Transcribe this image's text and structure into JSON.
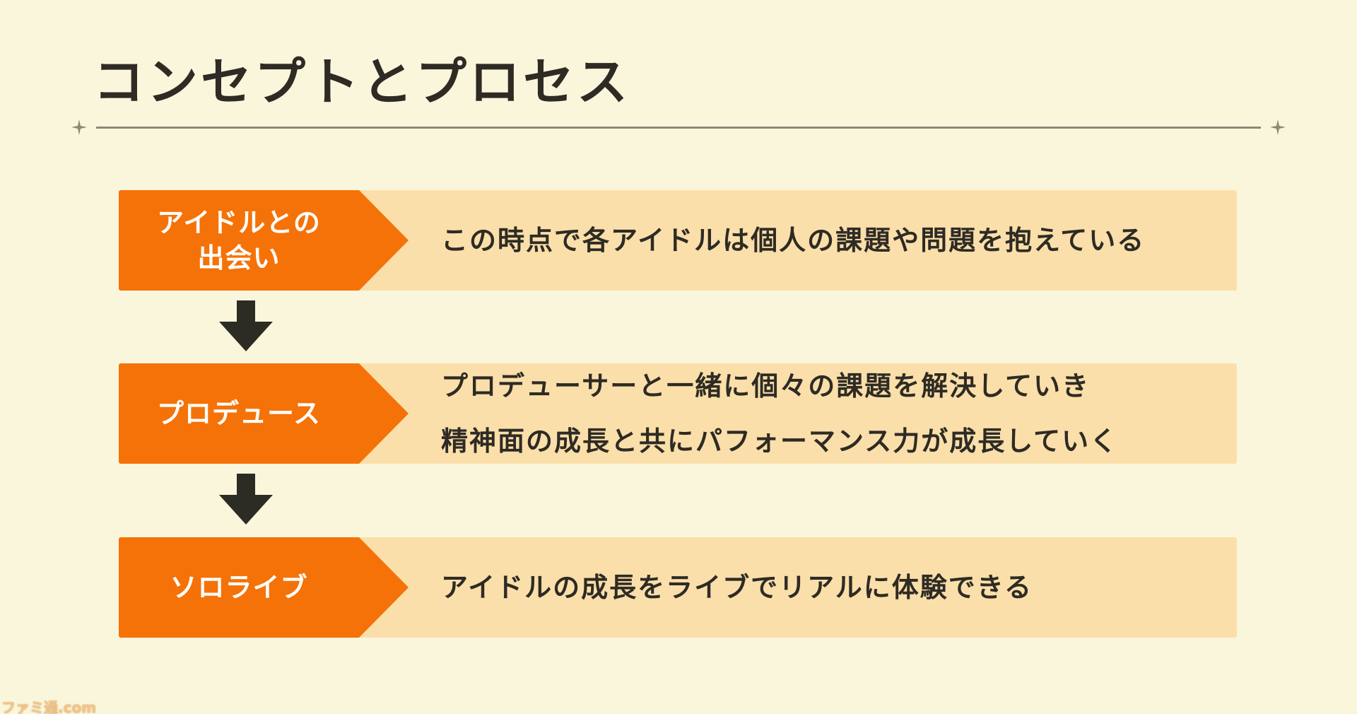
{
  "slide": {
    "title": "コンセプトとプロセス"
  },
  "steps": [
    {
      "label_lines": [
        "アイドルとの",
        "出会い"
      ],
      "description_lines": [
        "この時点で各アイドルは個人の課題や問題を抱えている"
      ]
    },
    {
      "label_lines": [
        "プロデュース"
      ],
      "description_lines": [
        "プロデューサーと一緒に個々の課題を解決していき",
        "精神面の成長と共にパフォーマンス力が成長していく"
      ]
    },
    {
      "label_lines": [
        "ソロライブ"
      ],
      "description_lines": [
        "アイドルの成長をライブでリアルに体験できる"
      ]
    }
  ],
  "icons": {
    "divider_ends": "sparkle-icon",
    "step_connector": "arrow-down-icon"
  },
  "colors": {
    "background": "#faf6dc",
    "step_label_bg": "#f57208",
    "description_bg": "#fbdfaa",
    "text": "#2e2b24",
    "arrow": "#2c2b24"
  },
  "watermark": "ファミ通.com"
}
